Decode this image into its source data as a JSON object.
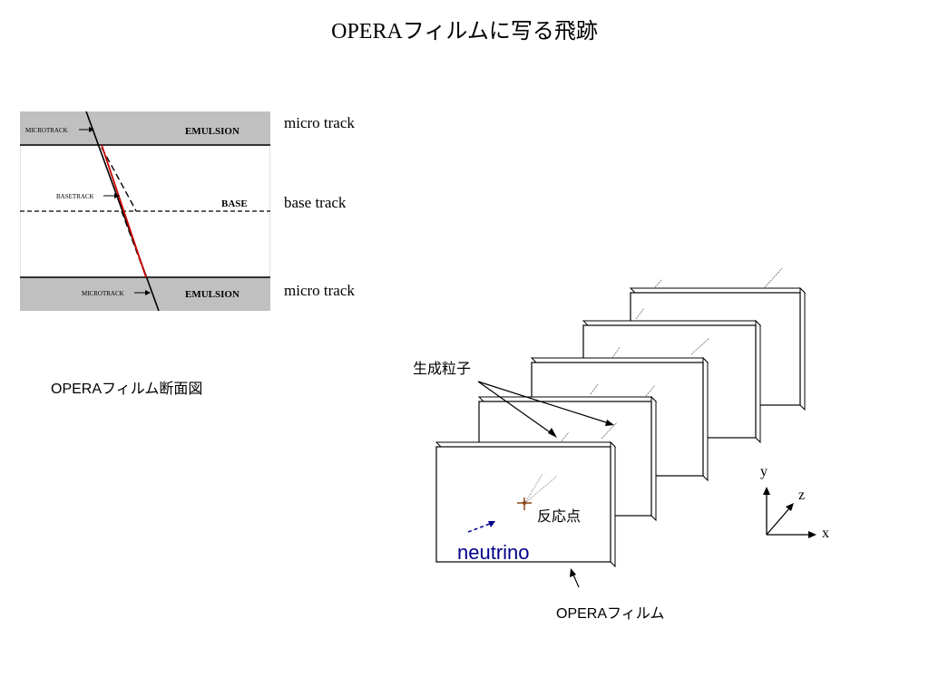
{
  "title": "OPERAフィルムに写る飛跡",
  "cross_section": {
    "caption": "OPERAフィルム断面図",
    "emulsion_top_label": "EMULSION",
    "emulsion_bottom_label": "EMULSION",
    "base_label": "BASE",
    "microtrack_top_tag": "MICROTRACK",
    "basetrack_tag": "BASETRACK",
    "microtrack_bottom_tag": "MICROTRACK",
    "side_labels": {
      "top": "micro track",
      "middle": "base track",
      "bottom": "micro track"
    },
    "colors": {
      "layer_gray": "#c0c0c0",
      "basetrack_red": "#cc0000"
    }
  },
  "film_stack": {
    "products_label": "生成粒子",
    "vertex_label": "反応点",
    "neutrino_label": "neutrino",
    "film_label": "OPERAフィルム",
    "axes": {
      "x": "x",
      "y": "y",
      "z": "z"
    },
    "colors": {
      "neutrino": "#00008B",
      "vertex": "#8B4513"
    }
  }
}
